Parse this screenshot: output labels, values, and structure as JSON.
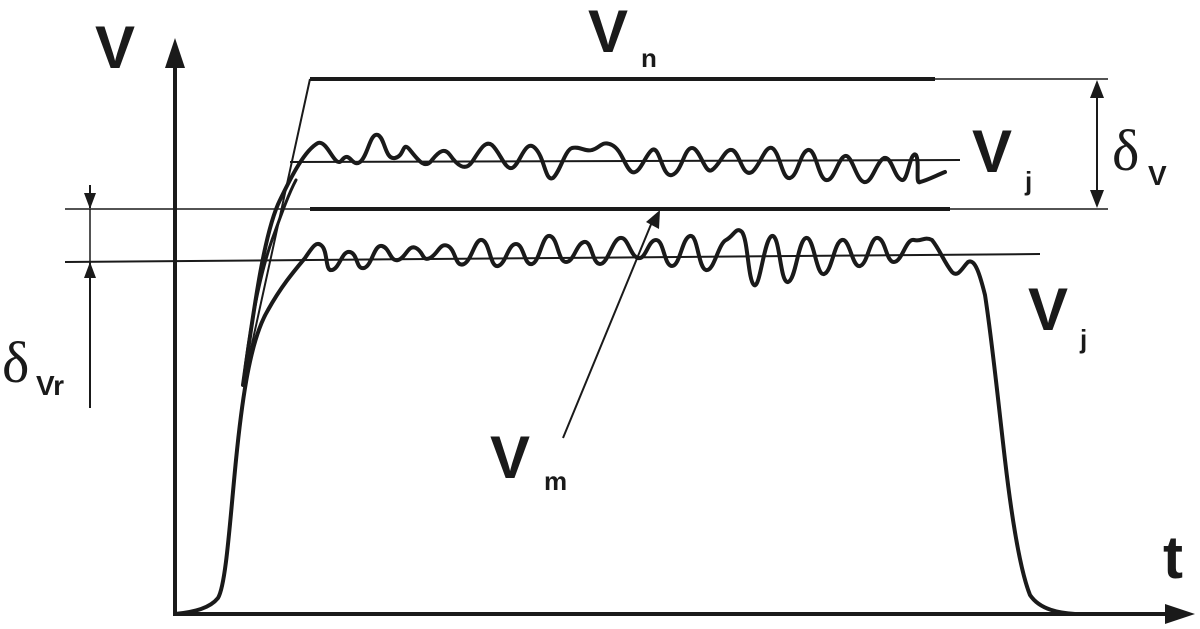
{
  "labels": {
    "y_axis": "V",
    "x_axis": "t",
    "vn_main": "V",
    "vn_sub": "n",
    "vj_upper_main": "V",
    "vj_upper_sub": "j",
    "vj_lower_main": "V",
    "vj_lower_sub": "j",
    "vm_main": "V",
    "vm_sub": "m",
    "delta_v_symbol": "δ",
    "delta_v_sub": "V",
    "delta_vr_symbol": "δ",
    "delta_vr_sub": "Vr"
  },
  "style": {
    "stroke": "#1a1a1a",
    "background": "#ffffff"
  }
}
